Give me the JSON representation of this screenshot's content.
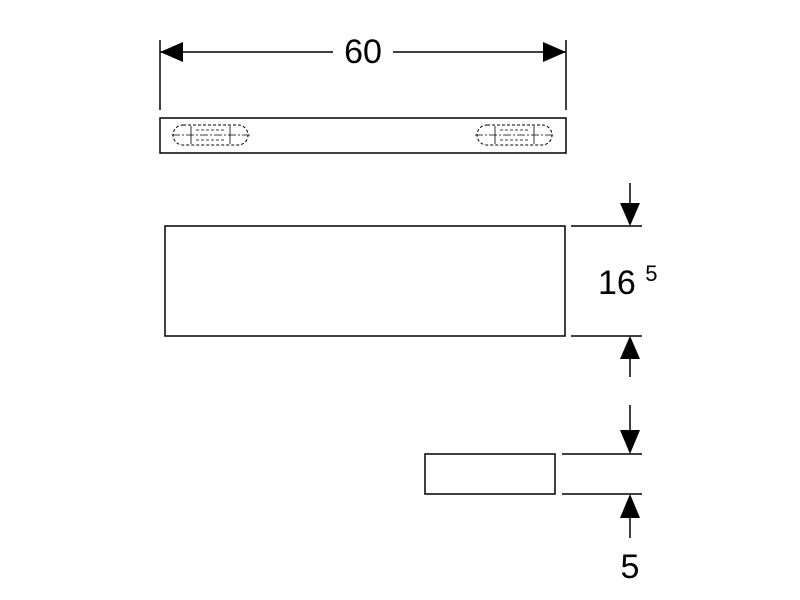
{
  "dimensions": {
    "width": {
      "value": "60"
    },
    "height": {
      "main": "16",
      "superscript": "5"
    },
    "depth": {
      "value": "5"
    }
  },
  "colors": {
    "line": "#000000",
    "background": "#ffffff"
  }
}
